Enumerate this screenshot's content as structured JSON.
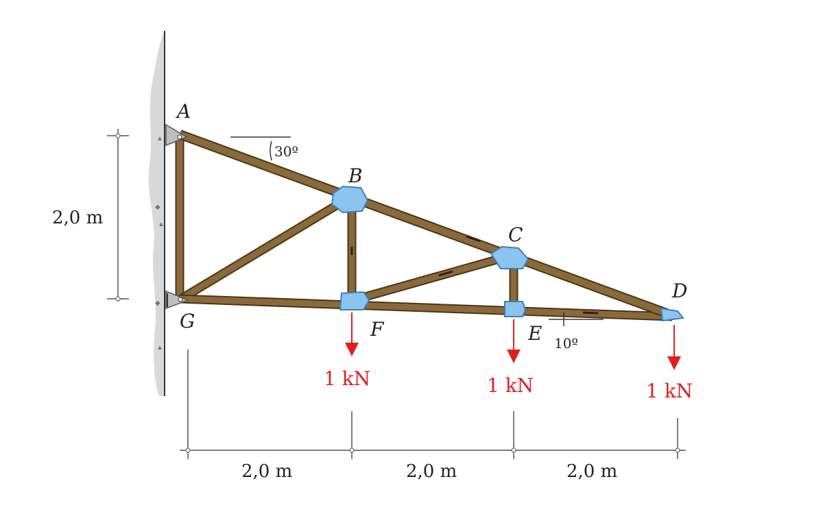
{
  "colors": {
    "wood": "#8a6a3a",
    "wood_dark": "#4a3518",
    "gusset": "#8cc4f0",
    "gusset_edge": "#3d7fb8",
    "load": "#e02020",
    "wall": "#d9d9d9",
    "dim_line": "#555555"
  },
  "nodes": {
    "A": "A",
    "B": "B",
    "C": "C",
    "D": "D",
    "E": "E",
    "F": "F",
    "G": "G"
  },
  "angles": {
    "top": "30º",
    "bottom": "10º"
  },
  "dimensions": {
    "height": "2,0 m",
    "span_1": "2,0 m",
    "span_2": "2,0 m",
    "span_3": "2,0 m"
  },
  "loads": {
    "at_F": "1 kN",
    "at_E": "1 kN",
    "at_D": "1 kN"
  }
}
